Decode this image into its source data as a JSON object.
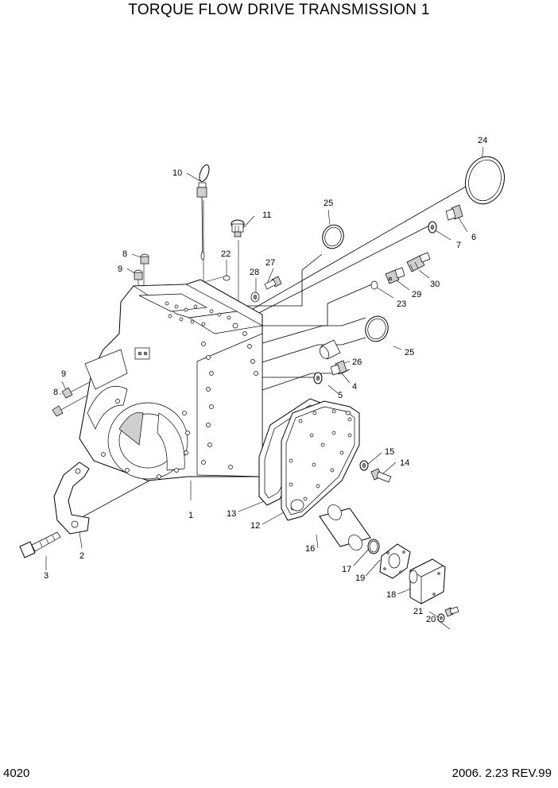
{
  "title": "TORQUE FLOW DRIVE TRANSMISSION 1",
  "page_number": "4020",
  "revision": "2006. 2.23 REV.99",
  "callouts": {
    "p1": "1",
    "p2": "2",
    "p3": "3",
    "p4": "4",
    "p5": "5",
    "p6": "6",
    "p7": "7",
    "p8a": "8",
    "p8b": "8",
    "p9a": "9",
    "p9b": "9",
    "p10": "10",
    "p11": "11",
    "p12": "12",
    "p13": "13",
    "p14": "14",
    "p15": "15",
    "p16": "16",
    "p17": "17",
    "p18": "18",
    "p19": "19",
    "p20": "20",
    "p21": "21",
    "p22": "22",
    "p23": "23",
    "p24": "24",
    "p25a": "25",
    "p25b": "25",
    "p26": "26",
    "p27": "27",
    "p28": "28",
    "p29": "29",
    "p30": "30"
  }
}
